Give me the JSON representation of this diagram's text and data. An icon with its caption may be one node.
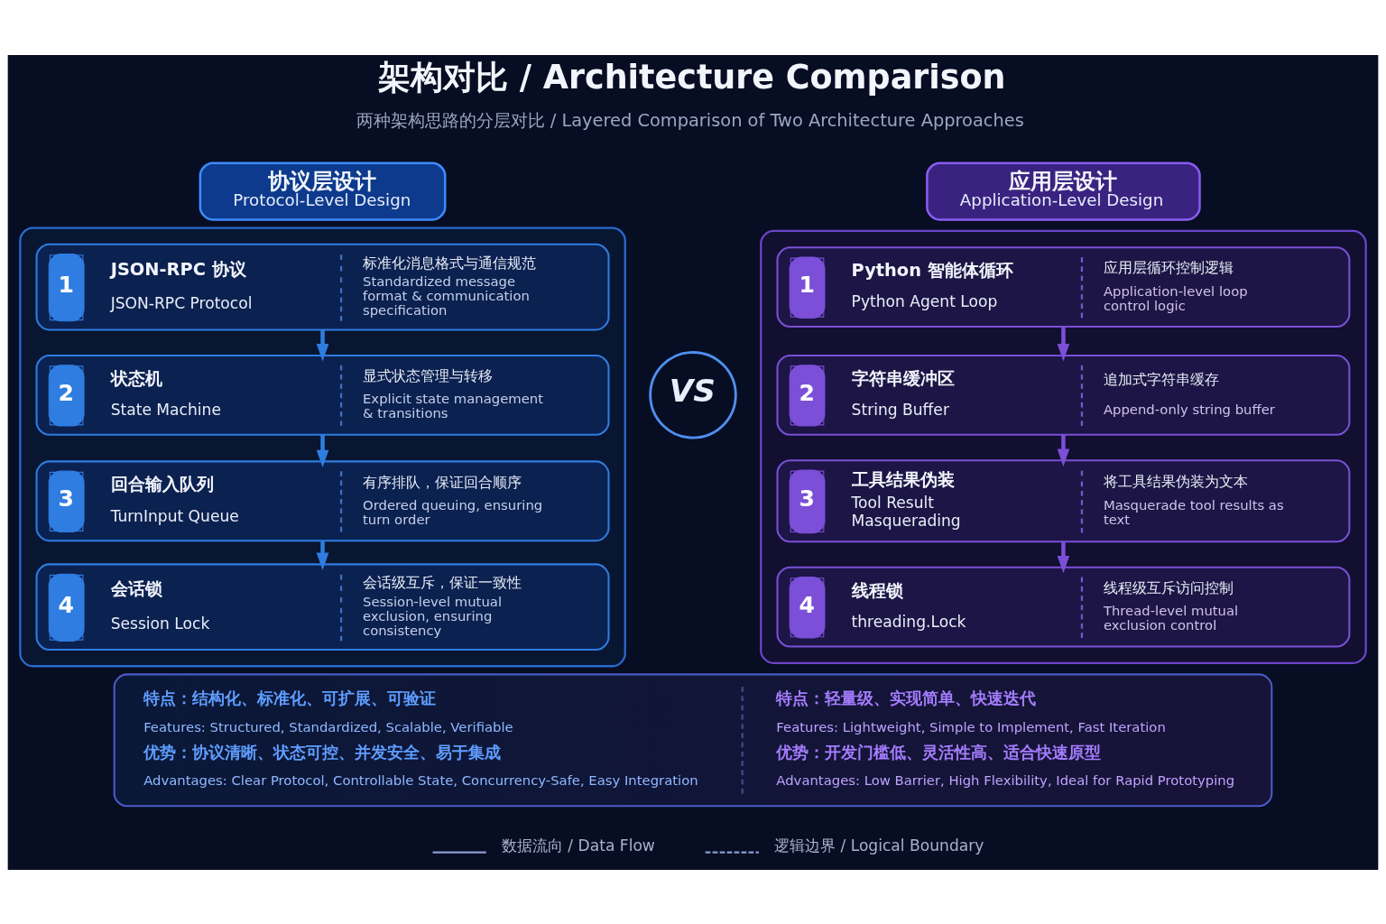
{
  "diagram": {
    "title": "架构对比 / Architecture Comparison",
    "nodes": [
      {
        "text": [
          "协议层设计",
          "Protocol-Level Design"
        ]
      },
      {
        "text": [],
        "shape": "box"
      },
      {
        "text": [
          "1",
          "JSON-RPC 协议",
          "JSON-RPC Protocol",
          "标准化消息格式与通信规范",
          "Standardized message format & communication specification"
        ],
        "in": 1
      },
      {
        "text": [
          "2",
          "状态机",
          "State Machine",
          "显式状态管理与转移",
          "Explicit state management & transitions"
        ],
        "in": 1
      },
      {
        "text": [
          "3",
          "回合输入队列",
          "TurnInput Queue",
          "有序排队，保证回合顺序",
          "Ordered queuing, ensuring turn order"
        ],
        "in": 1
      },
      {
        "text": [
          "4",
          "会话锁",
          "Session Lock",
          "会话级互斥，保证一致性",
          "Session-level mutual exclusion, ensuring consistency"
        ],
        "in": 1
      },
      {
        "text": [
          "VS"
        ]
      },
      {
        "text": [
          "应用层设计",
          "Application-Level Design"
        ]
      },
      {
        "text": [],
        "shape": "box"
      },
      {
        "text": [
          "1",
          "Python 智能体循环",
          "Python Agent Loop",
          "应用层循环控制逻辑",
          "Application-level loop control logic"
        ],
        "in": 8
      },
      {
        "text": [
          "2",
          "字符串缓冲区",
          "String Buffer",
          "追加式字符串缓存",
          "Append-only string buffer"
        ],
        "in": 8
      },
      {
        "text": [
          "3",
          "工具结果伪装",
          "Tool Result Masquerading",
          "将工具结果伪装为文本",
          "Masquerade tool results as text"
        ],
        "in": 8
      },
      {
        "text": [
          "4",
          "线程锁",
          "threading.Lock",
          "线程级互斥访问控制",
          "Thread-level mutual exclusion control"
        ],
        "in": 8
      },
      {
        "text": [
          "特点：结构化、标准化、可扩展、可验证",
          "Features: Structured, Standardized, Scalable, Verifiable",
          "优势：协议清晰、状态可控、并发安全、易于集成",
          "Advantages: Clear Protocol, Controllable State, Concurrency-Safe, Easy Integration",
          "特点：轻量级、实现简单、快速迭代",
          "Features: Lightweight, Simple to Implement, Fast Iteration",
          "优势：开发门槛低、灵活性高、适合快速原型",
          "Advantages: Low Barrier, High Flexibility, Ideal for Rapid Prototyping"
        ]
      }
    ],
    "edges": [
      {
        "from": 2,
        "to": 3,
        "arrow": "to"
      },
      {
        "from": 3,
        "to": 4,
        "arrow": "to"
      },
      {
        "from": 4,
        "to": 5,
        "arrow": "to"
      },
      {
        "from": 9,
        "to": 10,
        "arrow": "to",
        "color": "#7b4fd8"
      },
      {
        "from": 10,
        "to": 11,
        "arrow": "to",
        "color": "#7b4fd8"
      },
      {
        "from": 11,
        "to": 12,
        "arrow": "to",
        "color": "#7b4fd8"
      }
    ],
    "labels": [
      "两种架构思路的分层对比 / Layered Comparison of Two Architecture Approaches"
    ],
    "legend": [
      {
        "text": "数据流向 / Data Flow"
      },
      {
        "text": "逻辑边界 / Logical Boundary"
      }
    ]
  }
}
